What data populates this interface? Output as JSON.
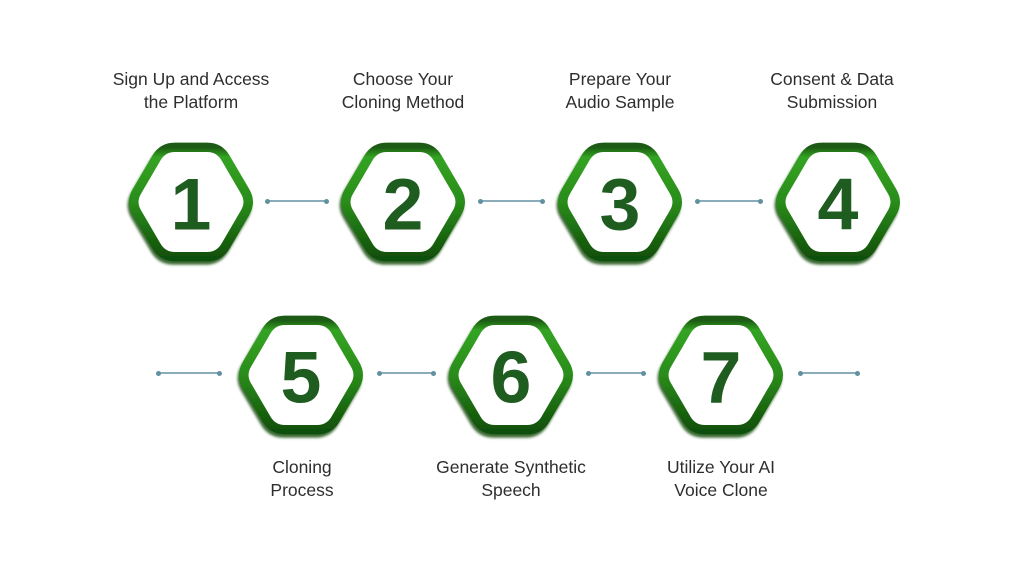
{
  "figure": {
    "type": "process-flow-infographic",
    "rows": 2,
    "step_count": 7
  },
  "steps": [
    {
      "number": "1",
      "label": "Sign Up and Access\nthe Platform",
      "label_position": "above"
    },
    {
      "number": "2",
      "label": "Choose Your\nCloning Method",
      "label_position": "above"
    },
    {
      "number": "3",
      "label": "Prepare Your\nAudio Sample",
      "label_position": "above"
    },
    {
      "number": "4",
      "label": "Consent & Data\nSubmission",
      "label_position": "above"
    },
    {
      "number": "5",
      "label": "Cloning\nProcess",
      "label_position": "below"
    },
    {
      "number": "6",
      "label": "Generate Synthetic\nSpeech",
      "label_position": "below"
    },
    {
      "number": "7",
      "label": "Utilize Your AI\nVoice Clone",
      "label_position": "below"
    }
  ],
  "colors": {
    "background": "#ffffff",
    "hex_border_bright_green": "#2f9a20",
    "hex_border_dark_green": "#11500a",
    "number_green": "#1e5c1f",
    "label_text": "#2e2e2e",
    "connector_line": "#8aabb9",
    "connector_dot": "#61909f"
  }
}
